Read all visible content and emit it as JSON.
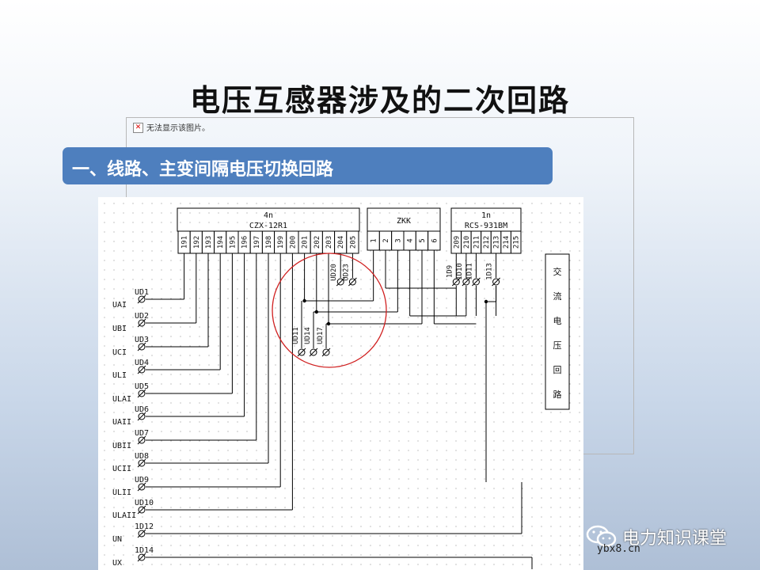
{
  "slide": {
    "title": "电压互感器涉及的二次回路",
    "section_label": "一、线路、主变间隔电压切换回路",
    "broken_image_text": "无法显示该图片。"
  },
  "diagram": {
    "box_4n": {
      "line1": "4n",
      "line2": "CZX-12R1"
    },
    "box_zkk": {
      "line1": "ZKK"
    },
    "box_1n": {
      "line1": "1n",
      "line2": "RCS-931BM"
    },
    "terminals_4n": [
      "191",
      "192",
      "193",
      "194",
      "195",
      "196",
      "197",
      "198",
      "199",
      "200",
      "201",
      "202",
      "203",
      "204",
      "205"
    ],
    "terminals_zkk": [
      "1",
      "2",
      "3",
      "4",
      "5",
      "6"
    ],
    "terminals_1n": [
      "209",
      "210",
      "211",
      "212",
      "213",
      "214",
      "215"
    ],
    "right_label": [
      "交",
      "流",
      "电",
      "压",
      "回",
      "路"
    ],
    "ud_labels": [
      "UD1",
      "UD2",
      "UD3",
      "UD4",
      "UD5",
      "UD6",
      "UD7",
      "UD8",
      "UD9",
      "UD10",
      "1D12",
      "1D14"
    ],
    "u_labels": [
      "UAI",
      "UBI",
      "UCI",
      "ULI",
      "ULAI",
      "UAII",
      "UBII",
      "UCII",
      "ULII",
      "ULAII",
      "UN",
      "UX"
    ],
    "mid_labels": [
      "UD20",
      "UD23"
    ],
    "circle_labels": [
      "UD11",
      "UD14",
      "UD17"
    ],
    "right_ud_labels": [
      "1D9",
      "1D10",
      "1D11",
      "1D13"
    ]
  },
  "watermark": {
    "name": "电力知识课堂",
    "url": "ybx8.cn"
  },
  "colors": {
    "section_bar": "#4e7fbe",
    "circle": "#d02020"
  }
}
